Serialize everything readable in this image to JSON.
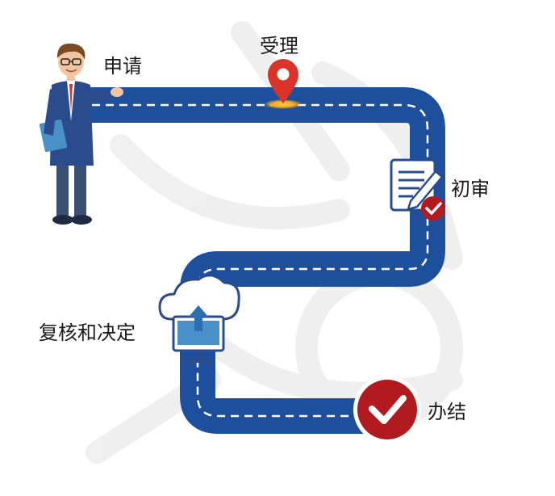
{
  "steps": [
    {
      "id": "apply",
      "label": "申请",
      "icon": "businessman-presenting"
    },
    {
      "id": "accept",
      "label": "受理",
      "icon": "map-pin-icon"
    },
    {
      "id": "review",
      "label": "初审",
      "icon": "document-check-icon"
    },
    {
      "id": "decide",
      "label": "复核和决定",
      "icon": "cloud-upload-monitor-icon"
    },
    {
      "id": "done",
      "label": "办结",
      "icon": "checkmark-circle-icon"
    }
  ],
  "colors": {
    "road": "#1e4f9c",
    "road_dash": "#ffffff",
    "pin": "#d9332b",
    "check": "#b11a1f",
    "suit": "#2b4c8c"
  }
}
